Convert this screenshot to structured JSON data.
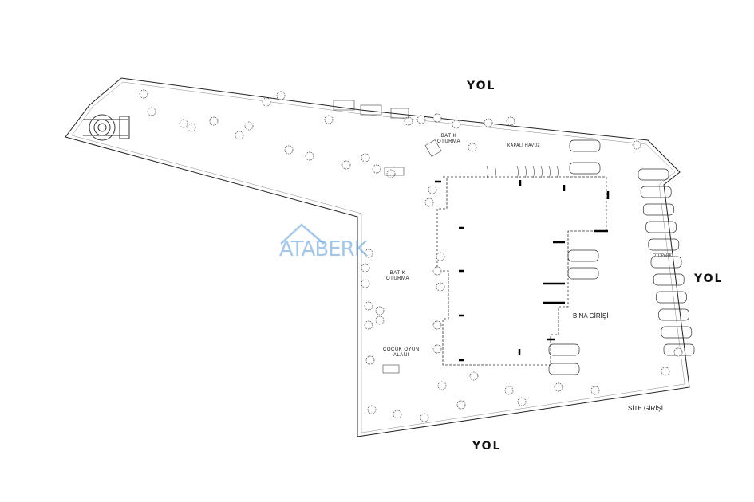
{
  "labels": {
    "road_top": "YOL",
    "road_right": "YOL",
    "road_bottom": "YOL",
    "site_entrance": "SİTE GİRİŞİ",
    "building_entrance": "BİNA GİRİŞİ",
    "playground_line1": "ÇOCUK OYUN",
    "playground_line2": "ALANI",
    "seating_top_line1": "BATIK",
    "seating_top_line2": "OTURMA",
    "seating_left_line1": "BATIK",
    "seating_left_line2": "OTURMA",
    "covered_pool": "KAPALI HAVUZ",
    "parking_small": "OTOPARK"
  },
  "watermark": {
    "text": "ATABERK",
    "color": "#5b9bd5"
  },
  "colors": {
    "line": "#222222",
    "tree": "#555555",
    "wall": "#000000"
  }
}
